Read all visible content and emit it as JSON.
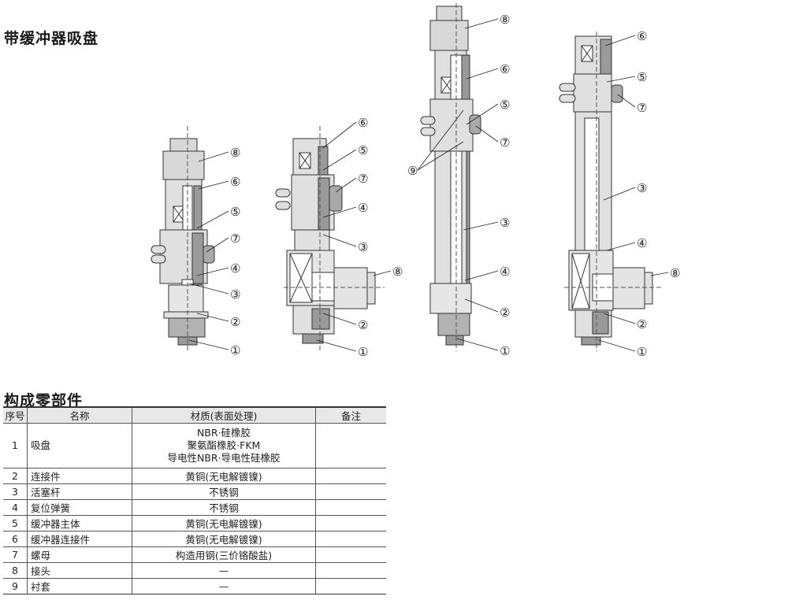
{
  "page": {
    "title": "带缓冲器吸盘",
    "parts_title": "构成零部件"
  },
  "callouts": {
    "d1": [
      "⑧",
      "⑥",
      "⑤",
      "⑦",
      "④",
      "③",
      "②",
      "①"
    ],
    "d2": [
      "⑥",
      "⑤",
      "⑦",
      "④",
      "③",
      "⑧",
      "②",
      "①"
    ],
    "d3": [
      "⑧",
      "⑥",
      "⑤",
      "⑦",
      "⑨",
      "③",
      "④",
      "②",
      "①"
    ],
    "d4": [
      "⑥",
      "⑤",
      "⑦",
      "③",
      "④",
      "⑧",
      "②",
      "①"
    ]
  },
  "table": {
    "headers": [
      "序号",
      "名称",
      "材质(表面处理)",
      "备注"
    ],
    "rows": [
      {
        "no": "1",
        "name": "吸盘",
        "material_lines": [
          "NBR·硅橡胶",
          "聚氨酯橡胶·FKM",
          "导电性NBR·导电性硅橡胶"
        ],
        "note": ""
      },
      {
        "no": "2",
        "name": "连接件",
        "material_lines": [
          "黄铜(无电解镀镍)"
        ],
        "note": ""
      },
      {
        "no": "3",
        "name": "活塞杆",
        "material_lines": [
          "不锈钢"
        ],
        "note": ""
      },
      {
        "no": "4",
        "name": "复位弹簧",
        "material_lines": [
          "不锈钢"
        ],
        "note": ""
      },
      {
        "no": "5",
        "name": "缓冲器主体",
        "material_lines": [
          "黄铜(无电解镀镍)"
        ],
        "note": ""
      },
      {
        "no": "6",
        "name": "缓冲器连接件",
        "material_lines": [
          "黄铜(无电解镀镍)"
        ],
        "note": ""
      },
      {
        "no": "7",
        "name": "螺母",
        "material_lines": [
          "构造用钢(三价铬酸盐)"
        ],
        "note": ""
      },
      {
        "no": "8",
        "name": "接头",
        "material_lines": [
          "—"
        ],
        "note": ""
      },
      {
        "no": "9",
        "name": "衬套",
        "material_lines": [
          "—"
        ],
        "note": ""
      }
    ]
  }
}
